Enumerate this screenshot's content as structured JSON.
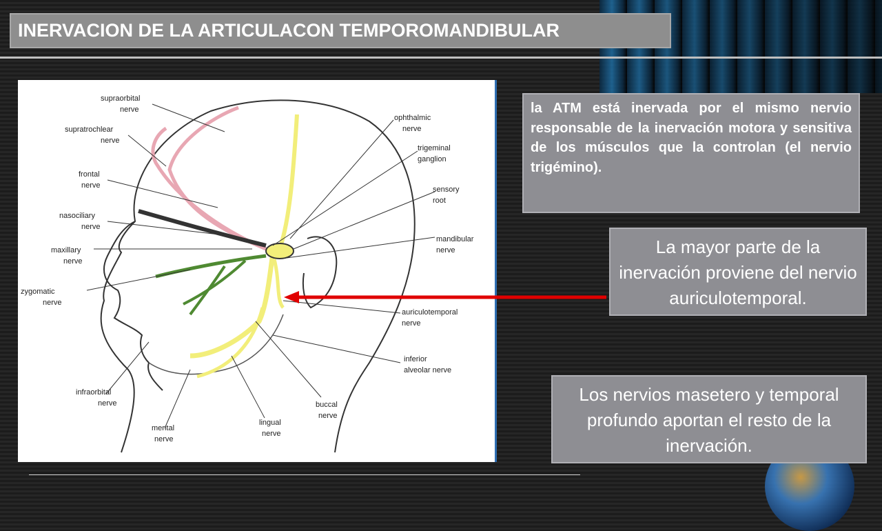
{
  "slide": {
    "title": "INERVACION DE LA ARTICULACON TEMPOROMANDIBULAR"
  },
  "diagram": {
    "labels": {
      "supraorbital_1": "supraorbital",
      "supraorbital_2": "nerve",
      "supratrochlear_1": "supratrochlear",
      "supratrochlear_2": "nerve",
      "frontal_1": "frontal",
      "frontal_2": "nerve",
      "nasociliary_1": "nasociliary",
      "nasociliary_2": "nerve",
      "maxillary_1": "maxillary",
      "maxillary_2": "nerve",
      "zygomatic_1": "zygomatic",
      "zygomatic_2": "nerve",
      "infraorbital_1": "infraorbital",
      "infraorbital_2": "nerve",
      "mental_1": "mental",
      "mental_2": "nerve",
      "lingual_1": "lingual",
      "lingual_2": "nerve",
      "buccal_1": "buccal",
      "buccal_2": "nerve",
      "inferior_alveolar_1": "inferior",
      "inferior_alveolar_2": "alveolar nerve",
      "auriculotemporal_1": "auriculotemporal",
      "auriculotemporal_2": "nerve",
      "mandibular_1": "mandibular",
      "mandibular_2": "nerve",
      "sensory_root_1": "sensory",
      "sensory_root_2": "root",
      "trigeminal_1": "trigeminal",
      "trigeminal_2": "ganglion",
      "ophthalmic_1": "ophthalmic",
      "ophthalmic_2": "nerve"
    }
  },
  "boxes": {
    "atm_text": "la ATM está inervada por el mismo nervio responsable de la inervación motora y sensitiva de los músculos que la controlan (el nervio trigémino).",
    "auriculotemporal_text": "La mayor parte de la inervación proviene del nervio auriculotemporal.",
    "masetero_text": "Los nervios masetero y temporal profundo aportan el resto de la inervación."
  },
  "colors": {
    "box_bg": "#8e8e93",
    "title_bg": "#8e8e8e",
    "arrow": "#e00000",
    "nerve_yellow": "#f2ee7a",
    "nerve_green": "#4f8a32",
    "nerve_pink": "#e8a7b3"
  }
}
